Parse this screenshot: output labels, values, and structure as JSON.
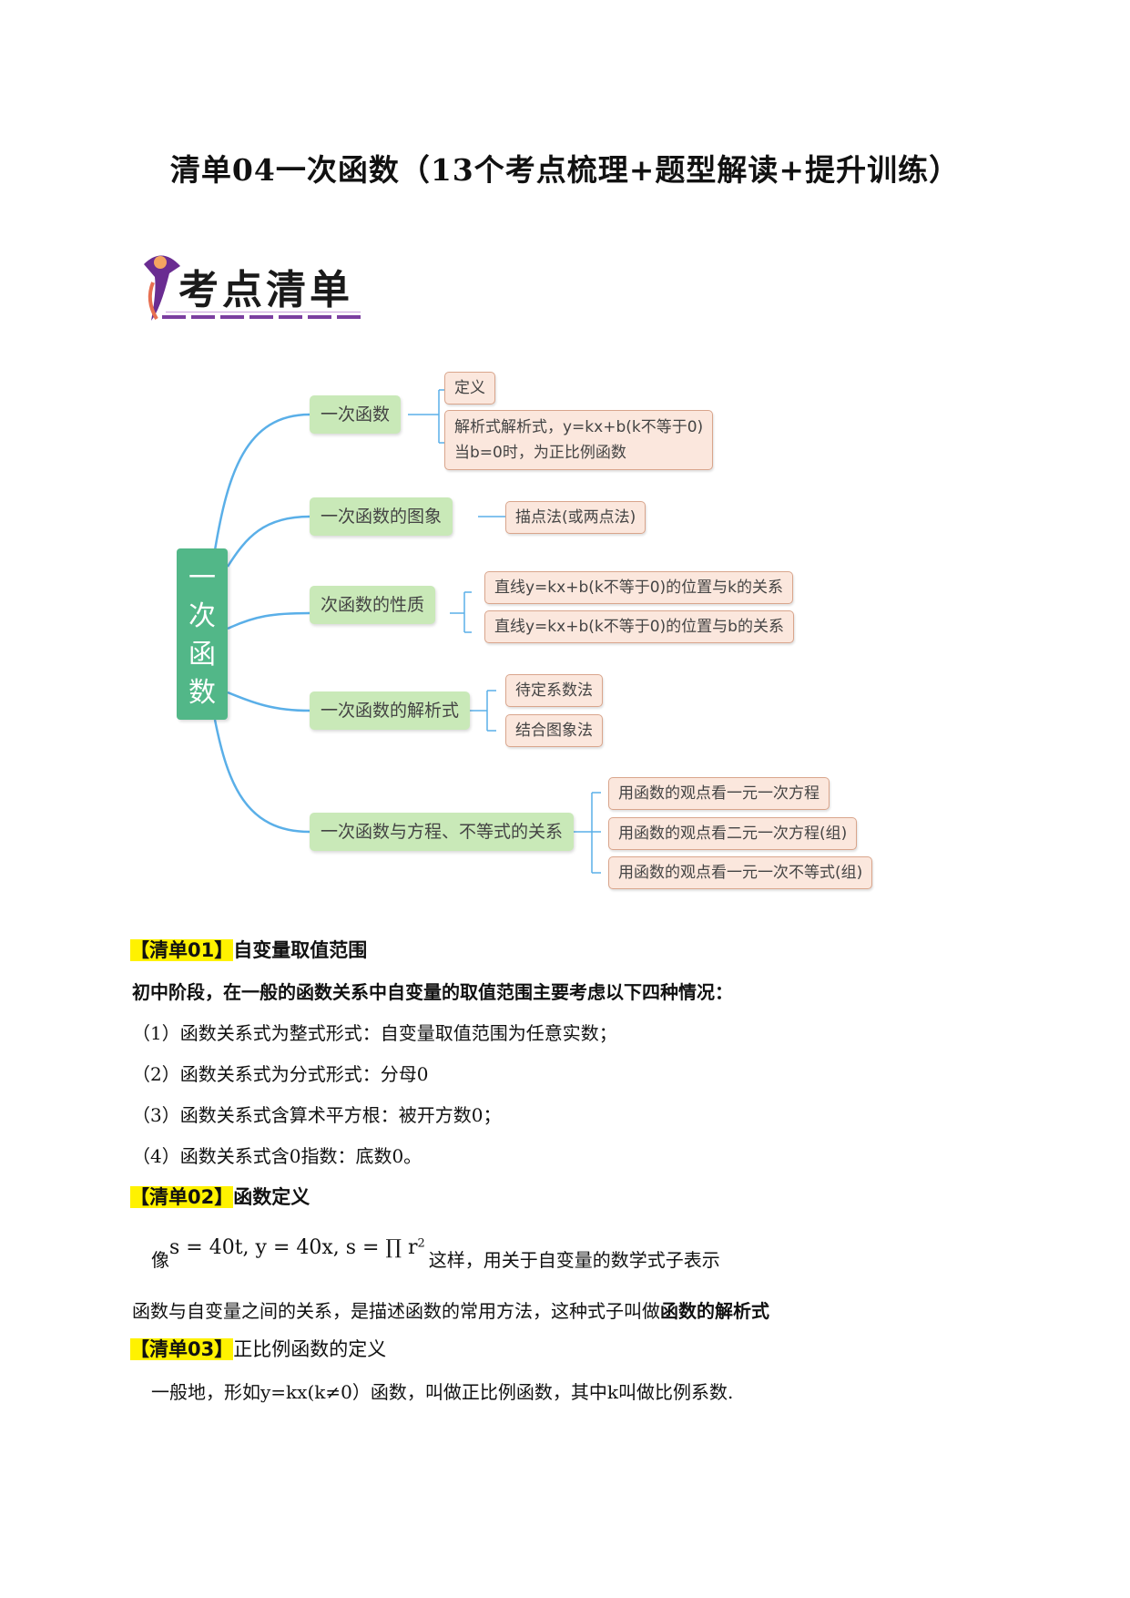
{
  "title": "清单04一次函数（13个考点梳理+题型解读+提升训练）",
  "badge": {
    "text": "考点清单"
  },
  "mindmap": {
    "root": [
      "一",
      "次",
      "函",
      "数"
    ],
    "branches": [
      {
        "label": "一次函数",
        "children": [
          "定义",
          "解析式解析式，y=kx+b(k不等于0)",
          "当b=0时，为正比例函数"
        ]
      },
      {
        "label": "一次函数的图象",
        "children": [
          "描点法(或两点法)"
        ]
      },
      {
        "label": "次函数的性质",
        "children": [
          "直线y=kx+b(k不等于0)的位置与k的关系",
          "直线y=kx+b(k不等于0)的位置与b的关系"
        ]
      },
      {
        "label": "一次函数的解析式",
        "children": [
          "待定系数法",
          "结合图象法"
        ]
      },
      {
        "label": "一次函数与方程、不等式的关系",
        "children": [
          "用函数的观点看一元一次方程",
          "用函数的观点看二元一次方程(组)",
          "用函数的观点看一元一次不等式(组)"
        ]
      }
    ]
  },
  "sections": {
    "s1": {
      "tag": "【清单01】",
      "heading": "自变量取值范围",
      "intro": "初中阶段，在一般的函数关系中自变量的取值范围主要考虑以下四种情况：",
      "items": [
        "（1）函数关系式为整式形式：自变量取值范围为任意实数；",
        "（2）函数关系式为分式形式：分母0",
        "（3）函数关系式含算术平方根：被开方数0；",
        "（4）函数关系式含0指数：底数0。"
      ]
    },
    "s2": {
      "tag": "【清单02】",
      "heading": "函数定义",
      "prefix": "像",
      "formula": "s = 40t, y = 40x, s = ∏ r",
      "sup": "2",
      "suffix": "这样，用关于自变量的数学式子表示",
      "line2a": "函数与自变量之间的关系，是描述函数的常用方法，这种式子叫做",
      "line2b": "函数的解析式"
    },
    "s3": {
      "tag": "【清单03】",
      "heading": "正比例函数的定义",
      "body": "一般地，形如y=kx(k≠0）函数，叫做正比例函数，其中k叫做比例系数."
    }
  }
}
